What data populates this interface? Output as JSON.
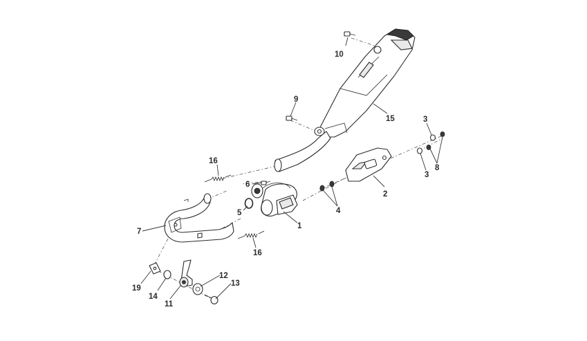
{
  "diagram": {
    "callouts": [
      {
        "id": "c10",
        "label": "10"
      },
      {
        "id": "c9",
        "label": "9"
      },
      {
        "id": "c15",
        "label": "15"
      },
      {
        "id": "c3a",
        "label": "3"
      },
      {
        "id": "c3b",
        "label": "3"
      },
      {
        "id": "c8",
        "label": "8"
      },
      {
        "id": "c16a",
        "label": "16"
      },
      {
        "id": "c6",
        "label": "6"
      },
      {
        "id": "c5",
        "label": "5"
      },
      {
        "id": "c2",
        "label": "2"
      },
      {
        "id": "c4",
        "label": "4"
      },
      {
        "id": "c1",
        "label": "1"
      },
      {
        "id": "c7",
        "label": "7"
      },
      {
        "id": "c16b",
        "label": "16"
      },
      {
        "id": "c12",
        "label": "12"
      },
      {
        "id": "c13",
        "label": "13"
      },
      {
        "id": "c19",
        "label": "19"
      },
      {
        "id": "c14",
        "label": "14"
      },
      {
        "id": "c11",
        "label": "11"
      }
    ]
  }
}
